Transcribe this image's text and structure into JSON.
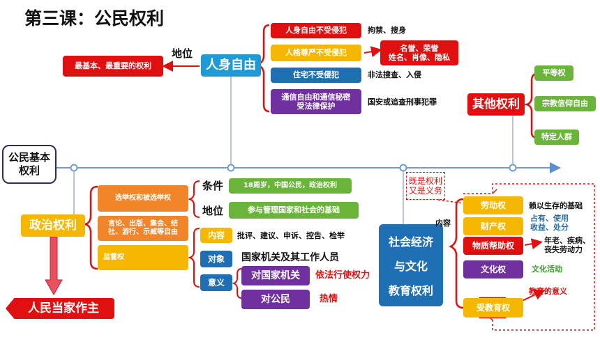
{
  "title": "第三课：公民权利",
  "center": {
    "label": "公民基本\n权利"
  },
  "personal_freedom": {
    "label": "人身自由",
    "status_label": "地位",
    "status_value": "最基本、最重要的权利",
    "items": [
      {
        "label": "人身自由不受侵犯",
        "note": "拘禁、搜身"
      },
      {
        "label": "人格尊严不受侵犯",
        "note": "名誉、荣誉\n姓名、肖像、隐私"
      },
      {
        "label": "住宅不受侵犯",
        "note": "非法搜查、入侵"
      },
      {
        "label": "通信自由和通信秘密\n受法律保护",
        "note": "国安或追查刑事犯罪"
      }
    ]
  },
  "other_rights": {
    "label": "其他权利",
    "items": [
      "平等权",
      "宗教信仰自由",
      "特定人群"
    ]
  },
  "political_rights": {
    "label": "政治权利",
    "items": [
      "选举权和被选举权",
      "言论、出版、集会、结社、游行、示威等自由",
      "监督权"
    ],
    "condition_label": "条件",
    "condition_value": "18周岁，中国公民，政治权利",
    "status_label": "地位",
    "status_value": "参与管理国家和社会的基础",
    "content_label": "内容",
    "content_value": "批评、建议、申诉、控告、检举",
    "object_label": "对象",
    "object_value": "国家机关及其工作人员",
    "meaning_label": "意义",
    "meaning_items": [
      {
        "label": "对国家机关",
        "note": "依法行使权力"
      },
      {
        "label": "对公民",
        "note": "热情"
      }
    ],
    "result": "人民当家作主"
  },
  "socio_rights": {
    "label_lines": [
      "社会经济",
      "与文化",
      "教育权利"
    ],
    "content_label": "内容",
    "both_note": "既是权利\n又是义务",
    "items": [
      {
        "label": "劳动权",
        "note": "赖以生存的基础"
      },
      {
        "label": "财产权",
        "note": "占有、使用\n收益、处分"
      },
      {
        "label": "物质帮助权",
        "note": "年老、疾病、\n丧失劳动力"
      },
      {
        "label": "文化权",
        "note": "文化活动"
      },
      {
        "label": "受教育权",
        "note": "教育的意义"
      }
    ]
  }
}
